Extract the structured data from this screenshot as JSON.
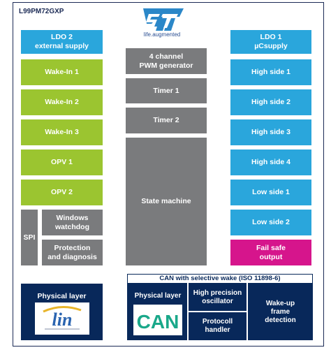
{
  "title": "L99PM72GXP",
  "logo": {
    "tagline": "life.augmented",
    "color": "#2b87c8"
  },
  "left": {
    "ldo2": [
      "LDO 2",
      "external supply"
    ],
    "wake1": "Wake-In 1",
    "wake2": "Wake-In 2",
    "wake3": "Wake-In 3",
    "opv1": "OPV 1",
    "opv2": "OPV 2",
    "spi": "SPI",
    "watchdog": [
      "Windows",
      "watchdog"
    ],
    "protection": [
      "Protection",
      "and diagnosis"
    ],
    "physical": "Physical layer",
    "lin_logo": "lin"
  },
  "center": {
    "pwm": [
      "4 channel",
      "PWM generator"
    ],
    "timer1": "Timer 1",
    "timer2": "Timer 2",
    "state": "State machine"
  },
  "right": {
    "ldo1": [
      "LDO 1",
      "µCsupply"
    ],
    "hs1": "High side 1",
    "hs2": "High side 2",
    "hs3": "High side 3",
    "hs4": "High side 4",
    "ls1": "Low side 1",
    "ls2": "Low side 2",
    "failsafe": [
      "Fail safe",
      "output"
    ]
  },
  "can": {
    "header": "CAN with selective wake (ISO 11898-6)",
    "physical": "Physical layer",
    "logo": "CAN",
    "oscillator": [
      "High precision",
      "oscillator"
    ],
    "protocol": [
      "Protocoll",
      "handler"
    ],
    "wakeup": [
      "Wake-up",
      "frame",
      "detection"
    ]
  },
  "colors": {
    "blue": "#2aa6dc",
    "green": "#9bc530",
    "grey": "#7a7b7d",
    "navy": "#08285a",
    "magenta": "#d6158c"
  }
}
